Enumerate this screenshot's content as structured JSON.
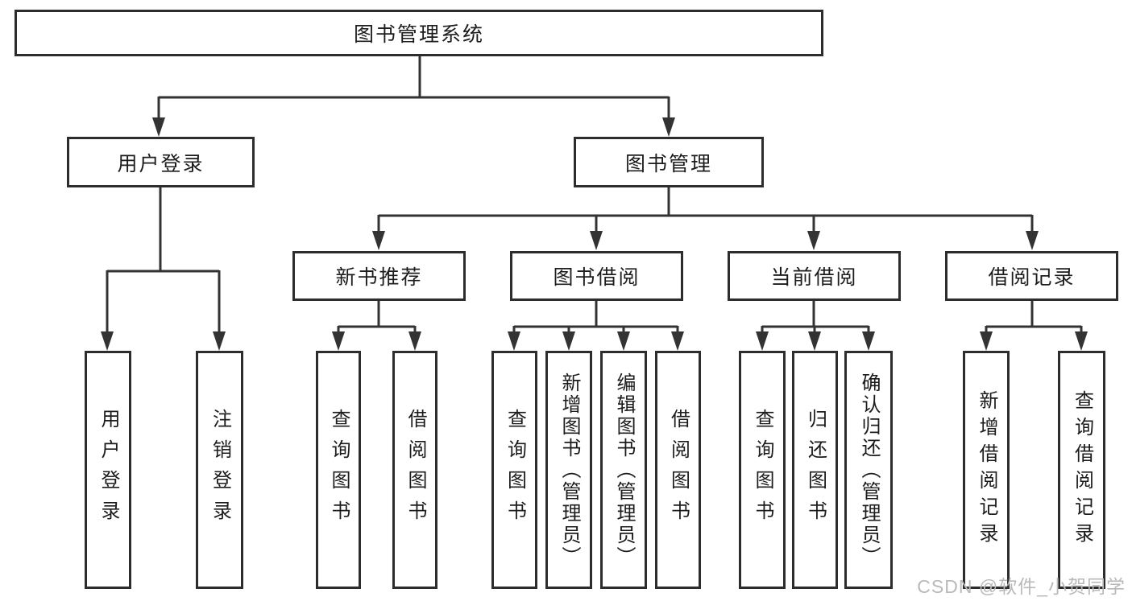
{
  "tree": {
    "label": "图书管理系统",
    "children": [
      {
        "label": "用户登录",
        "children": [
          {
            "label": "用户登录"
          },
          {
            "label": "注销登录"
          }
        ]
      },
      {
        "label": "图书管理",
        "children": [
          {
            "label": "新书推荐",
            "children": [
              {
                "label": "查询图书"
              },
              {
                "label": "借阅图书"
              }
            ]
          },
          {
            "label": "图书借阅",
            "children": [
              {
                "label": "查询图书"
              },
              {
                "label": "新增图书（管理员）"
              },
              {
                "label": "编辑图书（管理员）"
              },
              {
                "label": "借阅图书"
              }
            ]
          },
          {
            "label": "当前借阅",
            "children": [
              {
                "label": "查询图书"
              },
              {
                "label": "归还图书"
              },
              {
                "label": "确认归还（管理员）"
              }
            ]
          },
          {
            "label": "借阅记录",
            "children": [
              {
                "label": "新增借阅记录"
              },
              {
                "label": "查询借阅记录"
              }
            ]
          }
        ]
      }
    ]
  },
  "watermark": {
    "text": "CSDN @软件_小贺同学"
  },
  "colors": {
    "line": "#333333",
    "border": "#2d2d2d",
    "text": "#1c1c1c",
    "background": "#ffffff",
    "watermark": "#b9b9b9"
  }
}
